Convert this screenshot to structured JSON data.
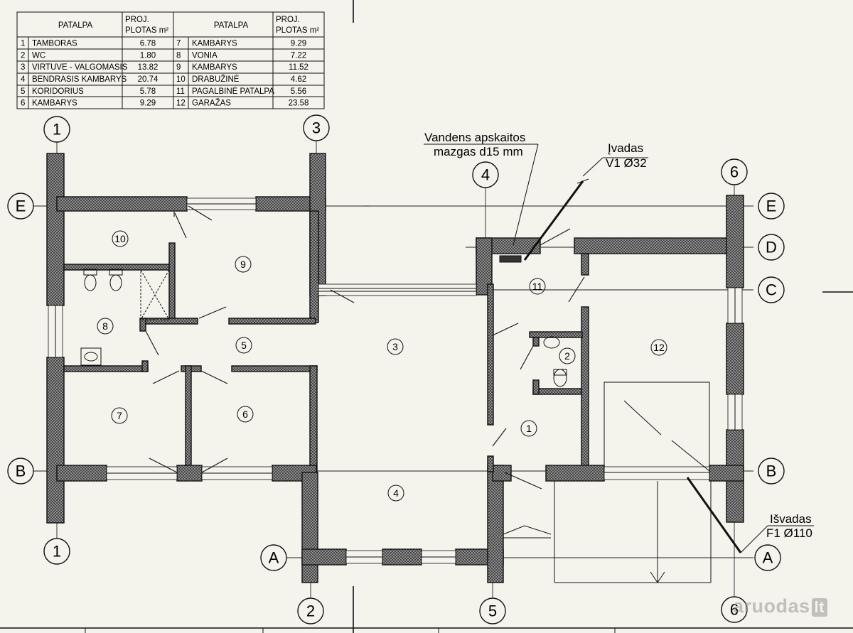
{
  "table": {
    "headers": {
      "left_name": "PATALPA",
      "left_area_l1": "PROJ.",
      "left_area_l2": "PLOTAS m²",
      "right_name": "PATALPA",
      "right_area_l1": "PROJ.",
      "right_area_l2": "PLOTAS m²"
    },
    "rows_left": [
      {
        "no": "1",
        "name": "TAMBORAS",
        "area": "6.78"
      },
      {
        "no": "2",
        "name": "WC",
        "area": "1.80"
      },
      {
        "no": "3",
        "name": "VIRTUVE - VALGOMASIS",
        "area": "13.82"
      },
      {
        "no": "4",
        "name": "BENDRASIS KAMBARYS",
        "area": "20.74"
      },
      {
        "no": "5",
        "name": "KORIDORIUS",
        "area": "5.78"
      },
      {
        "no": "6",
        "name": "KAMBARYS",
        "area": "9.29"
      }
    ],
    "rows_right": [
      {
        "no": "7",
        "name": "KAMBARYS",
        "area": "9.29"
      },
      {
        "no": "8",
        "name": "VONIA",
        "area": "7.22"
      },
      {
        "no": "9",
        "name": "KAMBARYS",
        "area": "11.52"
      },
      {
        "no": "10",
        "name": "DRABUŽINĖ",
        "area": "4.62"
      },
      {
        "no": "11",
        "name": "PAGALBINĖ PATALPA",
        "area": "5.56"
      },
      {
        "no": "12",
        "name": "GARAŽAS",
        "area": "23.58"
      }
    ]
  },
  "grid_axes": {
    "axis_1": "1",
    "axis_2": "2",
    "axis_3": "3",
    "axis_4": "4",
    "axis_5": "5",
    "axis_6": "6",
    "axis_A": "A",
    "axis_B": "B",
    "axis_C": "C",
    "axis_D": "D",
    "axis_E": "E"
  },
  "rooms": {
    "r1": "1",
    "r2": "2",
    "r3": "3",
    "r4": "4",
    "r5": "5",
    "r6": "6",
    "r7": "7",
    "r8": "8",
    "r9": "9",
    "r10": "10",
    "r11": "11",
    "r12": "12"
  },
  "annotations": {
    "meter_l1": "Vandens apskaitos",
    "meter_l2": "mazgas d15 mm",
    "inlet_l1": "Įvadas",
    "inlet_l2": "V1 Ø32",
    "outlet_l1": "Išvadas",
    "outlet_l2": "F1 Ø110"
  },
  "watermark": {
    "text": "aruodas",
    "suffix": "lt"
  }
}
